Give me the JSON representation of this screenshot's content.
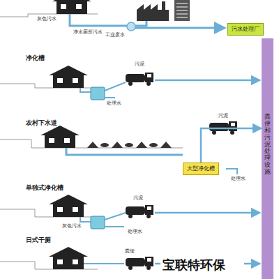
{
  "diagram": {
    "nodes": [
      {
        "text": [
          "污水处理厂"
        ]
      },
      {
        "text": [
          "大型净化槽"
        ]
      },
      {
        "text": [
          "粪便和污泥处理设施"
        ]
      }
    ],
    "edges": [
      {
        "from": 1,
        "to": 2,
        "arrow": "to"
      }
    ],
    "labels": [
      "灰色污水",
      "净水厕所污水",
      "工业废水",
      "净化槽",
      "污泥",
      "处理水",
      "农村下水道",
      "污泥",
      "处理水",
      "单独式净化槽",
      "污泥",
      "灰色污水",
      "处理水",
      "日式干厕",
      "粪便",
      "宝联特环保"
    ]
  }
}
